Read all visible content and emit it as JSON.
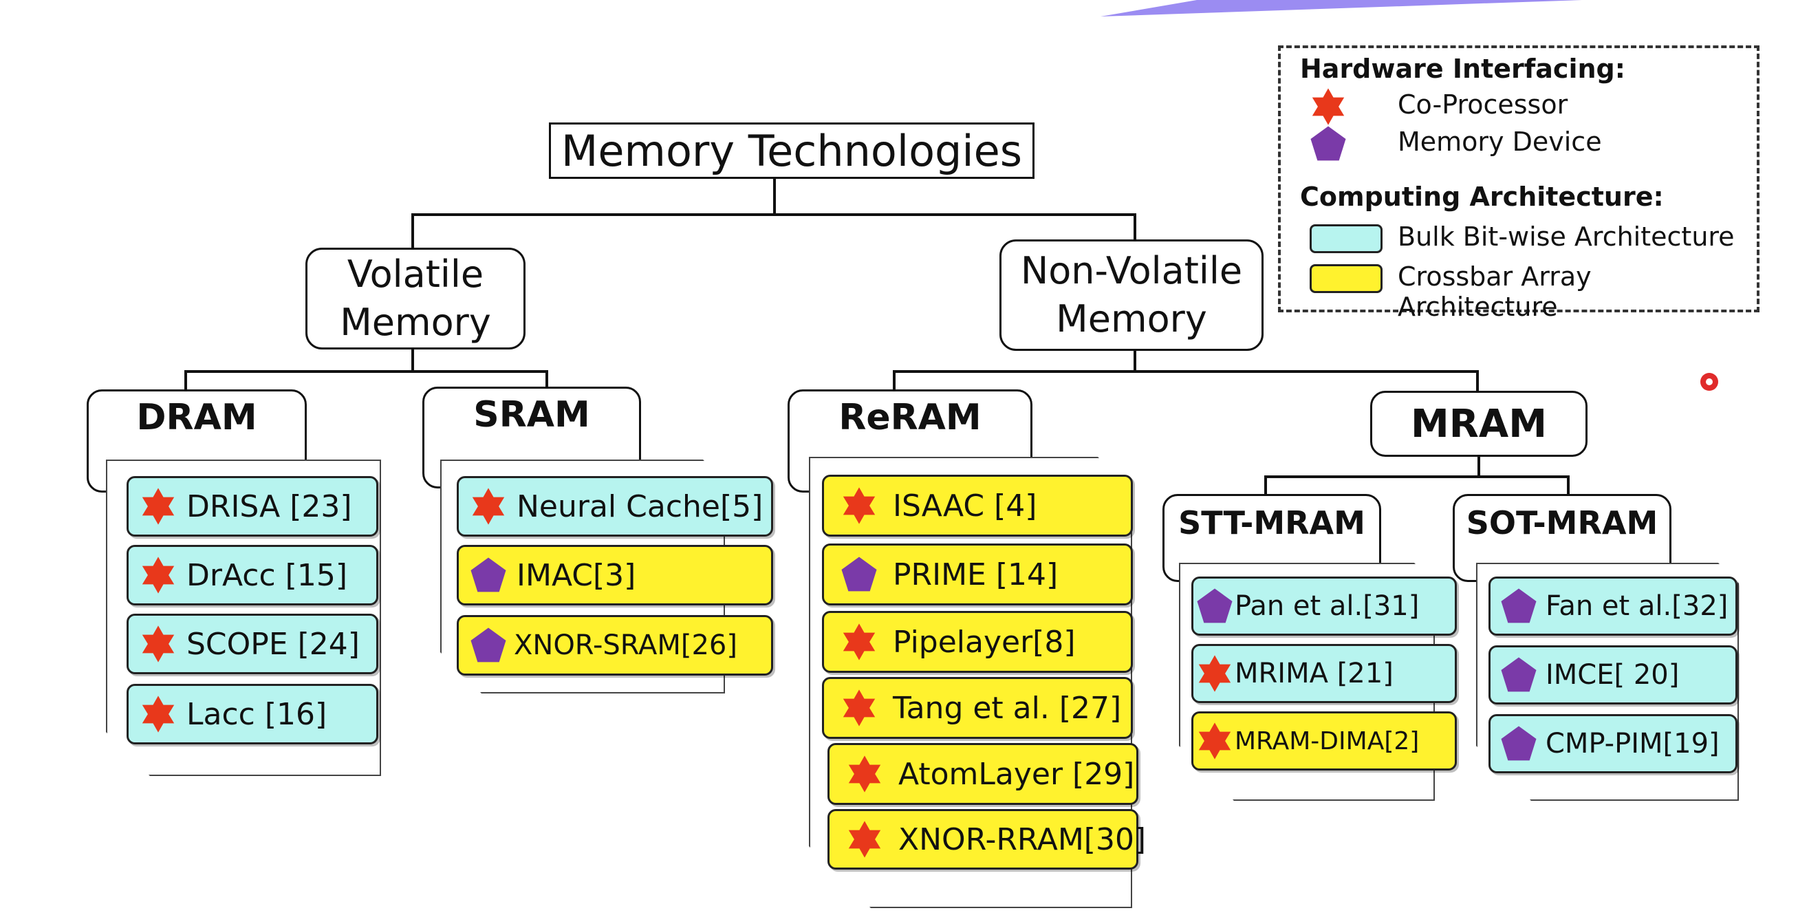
{
  "tree": {
    "root": "Memory Technologies",
    "volatile": "Volatile\nMemory",
    "nonvolatile": "Non-Volatile\nMemory",
    "dram": "DRAM",
    "sram": "SRAM",
    "reram": "ReRAM",
    "mram": "MRAM",
    "stt": "STT-MRAM",
    "sot": "SOT-MRAM"
  },
  "items": {
    "dram": [
      {
        "label": "DRISA [23]",
        "interface": "co-processor",
        "arch": "bulk"
      },
      {
        "label": "DrAcc [15]",
        "interface": "co-processor",
        "arch": "bulk"
      },
      {
        "label": "SCOPE [24]",
        "interface": "co-processor",
        "arch": "bulk"
      },
      {
        "label": "Lacc [16]",
        "interface": "co-processor",
        "arch": "bulk"
      }
    ],
    "sram": [
      {
        "label": "Neural Cache[5]",
        "interface": "co-processor",
        "arch": "bulk"
      },
      {
        "label": "IMAC[3]",
        "interface": "memory-device",
        "arch": "crossbar"
      },
      {
        "label": "XNOR-SRAM[26]",
        "interface": "memory-device",
        "arch": "crossbar"
      }
    ],
    "reram": [
      {
        "label": "ISAAC [4]",
        "interface": "co-processor",
        "arch": "crossbar"
      },
      {
        "label": "PRIME [14]",
        "interface": "memory-device",
        "arch": "crossbar"
      },
      {
        "label": "Pipelayer[8]",
        "interface": "co-processor",
        "arch": "crossbar"
      },
      {
        "label": "Tang et al. [27]",
        "interface": "co-processor",
        "arch": "crossbar"
      },
      {
        "label": "AtomLayer [29]",
        "interface": "co-processor",
        "arch": "crossbar"
      },
      {
        "label": "XNOR-RRAM[30]",
        "interface": "co-processor",
        "arch": "crossbar"
      }
    ],
    "stt": [
      {
        "label": "Pan et al.[31]",
        "interface": "memory-device",
        "arch": "bulk"
      },
      {
        "label": "MRIMA [21]",
        "interface": "co-processor",
        "arch": "bulk"
      },
      {
        "label": "MRAM-DIMA[2]",
        "interface": "co-processor",
        "arch": "crossbar"
      }
    ],
    "sot": [
      {
        "label": "Fan et al.[32]",
        "interface": "memory-device",
        "arch": "bulk"
      },
      {
        "label": "IMCE[ 20]",
        "interface": "memory-device",
        "arch": "bulk"
      },
      {
        "label": "CMP-PIM[19]",
        "interface": "memory-device",
        "arch": "bulk"
      }
    ]
  },
  "legend": {
    "interfacing_title": "Hardware Interfacing:",
    "coprocessor": "Co-Processor",
    "memory_device": "Memory Device",
    "architecture_title": "Computing Architecture:",
    "bulk": "Bulk Bit-wise Architecture",
    "crossbar": "Crossbar Array Architecture"
  },
  "colors": {
    "bulk": "#b7f4ef",
    "crossbar": "#fff22e",
    "star": "#e8381b",
    "pentagon": "#7a3aa8",
    "slide_accent": "#9b8cf2",
    "record_dot": "#e02b2b"
  },
  "icons": {
    "co-processor": "red-six-point-star-icon",
    "memory-device": "purple-pentagon-icon"
  }
}
